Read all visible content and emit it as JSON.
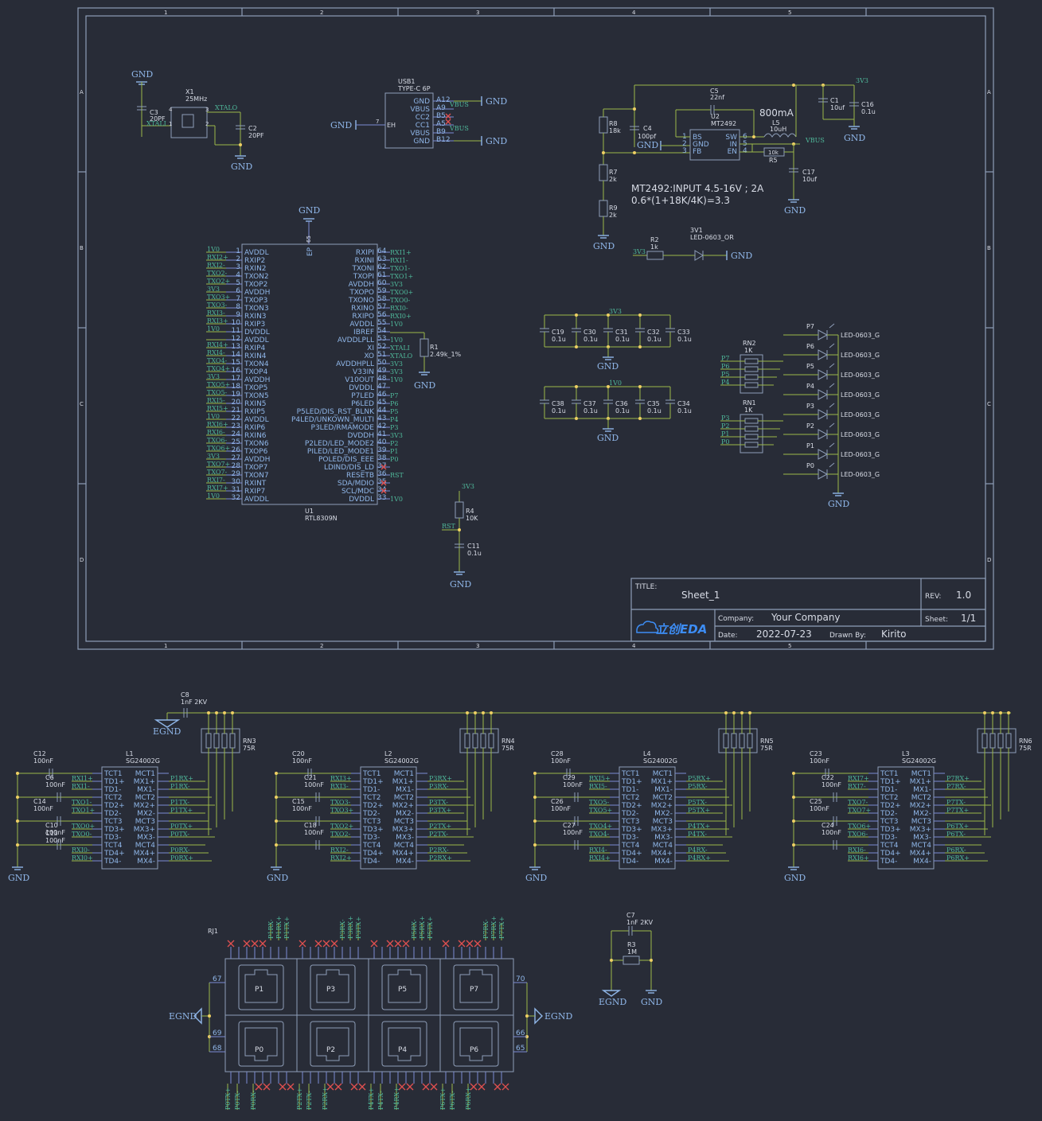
{
  "frame": {
    "col_labels": [
      "1",
      "2",
      "3",
      "4",
      "5"
    ],
    "row_labels": [
      "A",
      "B",
      "C",
      "D"
    ]
  },
  "title_block": {
    "title_label": "TITLE:",
    "title": "Sheet_1",
    "rev_label": "REV:",
    "rev": "1.0",
    "company_label": "Company:",
    "company": "Your Company",
    "sheet_label": "Sheet:",
    "sheet": "1/1",
    "date_label": "Date:",
    "date": "2022-07-23",
    "drawn_label": "Drawn By:",
    "drawn_by": "Kirito",
    "logo": "立创EDA"
  },
  "nets": {
    "gnd": "GND",
    "egnd": "EGND",
    "v33": "3V3",
    "v10": "1V0",
    "vbus": "VBUS",
    "rst": "RST",
    "xtali": "XTALI",
    "xtalo": "XTALO"
  },
  "crystal": {
    "ref": "X1",
    "value": "25MHz",
    "c3": "C3",
    "c3v": "20PF",
    "c2": "C2",
    "c2v": "20PF",
    "p1": "1",
    "p2": "2",
    "p3": "3",
    "p4": "4"
  },
  "usb": {
    "ref": "USB1",
    "value": "TYPE-C 6P",
    "pins": [
      "GND",
      "VBUS",
      "CC2",
      "CC1",
      "VBUS",
      "GND"
    ],
    "pinnums": [
      "A12",
      "A9",
      "B5",
      "A5",
      "B9",
      "B12"
    ],
    "eh": "EH",
    "eh_num": "7"
  },
  "regulator": {
    "ref": "U2",
    "value": "MT2492",
    "pins_l": [
      "BS",
      "GND",
      "FB"
    ],
    "pins_r": [
      "SW",
      "IN",
      "EN"
    ],
    "nums_l": [
      "1",
      "2",
      "3"
    ],
    "nums_r": [
      "6",
      "5",
      "4"
    ],
    "c5": "C5",
    "c5v": "22nf",
    "l5": "L5",
    "l5v": "10uH",
    "current": "800mA",
    "r8": "R8",
    "r8v": "18k",
    "c4": "C4",
    "c4v": "100pf",
    "r7": "R7",
    "r7v": "2k",
    "r9": "R9",
    "r9v": "2k",
    "r5": "R5",
    "r5v": "10k",
    "c17": "C17",
    "c17v": "10uf",
    "c1": "C1",
    "c1v": "10uf",
    "c16": "C16",
    "c16v": "0.1u",
    "note1": "MT2492:INPUT 4.5-16V ; 2A",
    "note2": "0.6*(1+18K/4K)=3.3"
  },
  "led_3v3": {
    "r2": "R2",
    "r2v": "1k",
    "led": "3V1",
    "ledv": "LED-0603_OR"
  },
  "decoupling": {
    "row1": [
      [
        "C19",
        "0.1u"
      ],
      [
        "C30",
        "0.1u"
      ],
      [
        "C31",
        "0.1u"
      ],
      [
        "C32",
        "0.1u"
      ],
      [
        "C33",
        "0.1u"
      ]
    ],
    "row2": [
      [
        "C38",
        "0.1u"
      ],
      [
        "C37",
        "0.1u"
      ],
      [
        "C36",
        "0.1u"
      ],
      [
        "C35",
        "0.1u"
      ],
      [
        "C34",
        "0.1u"
      ]
    ]
  },
  "leds": {
    "names": [
      "P7",
      "P6",
      "P5",
      "P4",
      "P3",
      "P2",
      "P1",
      "P0"
    ],
    "part": "LED-0603_G",
    "rn2": "RN2",
    "rn1": "RN1",
    "rnv": "1K"
  },
  "u1": {
    "ref": "U1",
    "value": "RTL8309N",
    "ep": "EP",
    "ep_num": "65",
    "left_pins": [
      "AVDDL",
      "RXIP2",
      "RXIN2",
      "TXON2",
      "TXOP2",
      "AVDDH",
      "TXOP3",
      "TXON3",
      "RXIN3",
      "RXIP3",
      "DVDDL",
      "AVDDL",
      "RXIP4",
      "RXIN4",
      "TXON4",
      "TXOP4",
      "AVDDH",
      "TXOP5",
      "TXON5",
      "RXIN5",
      "RXIP5",
      "AVDDL",
      "RXIP6",
      "RXIN6",
      "TXON6",
      "TXOP6",
      "AVDDH",
      "TXOP7",
      "TXON7",
      "RXINT",
      "RXIP7",
      "AVDDL"
    ],
    "left_nets": [
      "1V0",
      "RXI2+",
      "RXI2-",
      "TXO2-",
      "TXO2+",
      "3V3",
      "TXO3+",
      "TXO3-",
      "RXI3-",
      "RXI3+",
      "1V0",
      "",
      "RXI4+",
      "RXI4-",
      "TXO4-",
      "TXO4+",
      "3V3",
      "TXO5+",
      "TXO5-",
      "RXI5-",
      "RXI5+",
      "1V0",
      "RXI6+",
      "RXI6-",
      "TXO6-",
      "TXO6+",
      "3V3",
      "TXO7+",
      "TXO7-",
      "RXI7-",
      "RXI7+",
      "1V0"
    ],
    "right_pins": [
      "RXIPI",
      "RXINI",
      "TXONI",
      "TXOPI",
      "AVDDH",
      "TXOPO",
      "TXONO",
      "RXINO",
      "RXIPO",
      "AVDDL",
      "IBREF",
      "AVDDLPLL",
      "XI",
      "XO",
      "AVDDHPLL",
      "V33IN",
      "V10OUT",
      "DVDDL",
      "P7LED",
      "P6LED",
      "P5LED/DIS_RST_BLNK",
      "P4LED/UNKOWN_MULTI",
      "P3LED/RMAMODE",
      "DVDDH",
      "P2LED/LED_MODE2",
      "PILED/LED_MODE1",
      "POLED/DIS_EEE",
      "LDIND/DIS_LD",
      "RESETB",
      "SDA/MDIO",
      "SCL/MDC",
      "DVDDL"
    ],
    "right_nets": [
      "RXI1+",
      "RXI1-",
      "TXO1-",
      "TXO1+",
      "3V3",
      "TXO0+",
      "TXO0-",
      "RXI0-",
      "RXI0+",
      "1V0",
      "",
      "1V0",
      "XTALI",
      "XTALO",
      "3V3",
      "3V3",
      "1V0",
      "",
      "P7",
      "P6",
      "P5",
      "P4",
      "P3",
      "3V3",
      "P2",
      "P1",
      "P0",
      "",
      "RST",
      "",
      "",
      "1V0"
    ],
    "r1": "R1",
    "r1v": "2.49k_1%"
  },
  "reset": {
    "r4": "R4",
    "r4v": "10K",
    "c11": "C11",
    "c11v": "0.1u"
  },
  "c8": {
    "ref": "C8",
    "value": "1nF 2KV"
  },
  "magnetics": [
    {
      "ref": "L1",
      "value": "SG24002G",
      "rn": "RN3",
      "rnv": "75R",
      "caps": [
        [
          "C12",
          "100nF"
        ],
        [
          "C6",
          "100nF"
        ],
        [
          "C14",
          "100nF"
        ],
        [
          "C10",
          "100nF"
        ],
        [
          "C13",
          "100nF"
        ]
      ],
      "in": [
        "RXI1+",
        "RXI1-",
        "",
        "TXO1-",
        "TXO1+",
        "",
        "TXO0+",
        "TXO0-",
        "",
        "RXI0-",
        "RXI0+"
      ],
      "out": [
        "P1RX+",
        "P1RX-",
        "",
        "P1TX-",
        "P1TX+",
        "",
        "P0TX+",
        "P0TX-",
        "",
        "P0RX-",
        "P0RX+"
      ]
    },
    {
      "ref": "L2",
      "value": "SG24002G",
      "rn": "RN4",
      "rnv": "75R",
      "caps": [
        [
          "C20",
          "100nF"
        ],
        [
          "C21",
          "100nF"
        ],
        [
          "C15",
          "100nF"
        ],
        [
          "C18",
          "100nF"
        ],
        [
          "",
          ""
        ]
      ],
      "in": [
        "RXI3+",
        "RXI3-",
        "",
        "TXO3-",
        "TXO3+",
        "",
        "TXO2+",
        "TXO2-",
        "",
        "RXI2-",
        "RXI2+"
      ],
      "out": [
        "P3RX+",
        "P3RX-",
        "",
        "P3TX-",
        "P3TX+",
        "",
        "P2TX+",
        "P2TX-",
        "",
        "P2RX-",
        "P2RX+"
      ]
    },
    {
      "ref": "L4",
      "value": "SG24002G",
      "rn": "RN5",
      "rnv": "75R",
      "caps": [
        [
          "C28",
          "100nF"
        ],
        [
          "C29",
          "100nF"
        ],
        [
          "C26",
          "100nF"
        ],
        [
          "C27",
          "100nF"
        ],
        [
          "",
          ""
        ]
      ],
      "in": [
        "RXI5+",
        "RXI5-",
        "",
        "TXO5-",
        "TXO5+",
        "",
        "TXO4+",
        "TXO4-",
        "",
        "RXI4-",
        "RXI4+"
      ],
      "out": [
        "P5RX+",
        "P5RX-",
        "",
        "P5TX-",
        "P5TX+",
        "",
        "P4TX+",
        "P4TX-",
        "",
        "P4RX-",
        "P4RX+"
      ]
    },
    {
      "ref": "L3",
      "value": "SG24002G",
      "rn": "RN6",
      "rnv": "75R",
      "caps": [
        [
          "C23",
          "100nF"
        ],
        [
          "C22",
          "100nF"
        ],
        [
          "C25",
          "100nF"
        ],
        [
          "C24",
          "100nF"
        ],
        [
          "",
          ""
        ]
      ],
      "in": [
        "RXI7+",
        "RXI7-",
        "",
        "TXO7-",
        "TXO7+",
        "",
        "TXO6+",
        "TXO6-",
        "",
        "RXI6-",
        "RXI6+"
      ],
      "out": [
        "P7RX+",
        "P7RX-",
        "",
        "P7TX-",
        "P7TX+",
        "",
        "P6TX+",
        "P6TX-",
        "",
        "P6RX-",
        "P6RX+"
      ]
    }
  ],
  "mag_pins_l": [
    "TCT1",
    "TD1+",
    "TD1-",
    "TCT2",
    "TD2+",
    "TD2-",
    "TCT3",
    "TD3+",
    "TD3-",
    "TCT4",
    "TD4+",
    "TD4-"
  ],
  "mag_pins_r": [
    "MCT1",
    "MX1+",
    "MX1-",
    "MCT2",
    "MX2+",
    "MX2-",
    "MCT3",
    "MX3+",
    "MX3-",
    "MCT4",
    "MX4+",
    "MX4-"
  ],
  "rj": {
    "ref": "RJ1",
    "ports_top": [
      "P1",
      "P3",
      "P5",
      "P7"
    ],
    "ports_bot": [
      "P0",
      "P2",
      "P4",
      "P6"
    ],
    "top_nets": [
      "P1RX-",
      "P1RX+",
      "P1TX+",
      "P3RX-",
      "P3RX+",
      "P3TX+",
      "P5RX-",
      "P5RX+",
      "P5TX+",
      "P7RX-",
      "P7RX+",
      "P7TX+"
    ],
    "bot_nets": [
      "P0TX+",
      "P0TX-",
      "P0RX-",
      "P2TX+",
      "P2TX-",
      "P2RX+",
      "P4TX+",
      "P4TX-",
      "P4RX+",
      "P6TX+",
      "P6TX-",
      "P6RX+"
    ],
    "side_pins": [
      "67",
      "69",
      "68",
      "70",
      "66",
      "65"
    ]
  },
  "chassis": {
    "c7": "C7",
    "c7v": "1nF 2KV",
    "r3": "R3",
    "r3v": "1M"
  }
}
